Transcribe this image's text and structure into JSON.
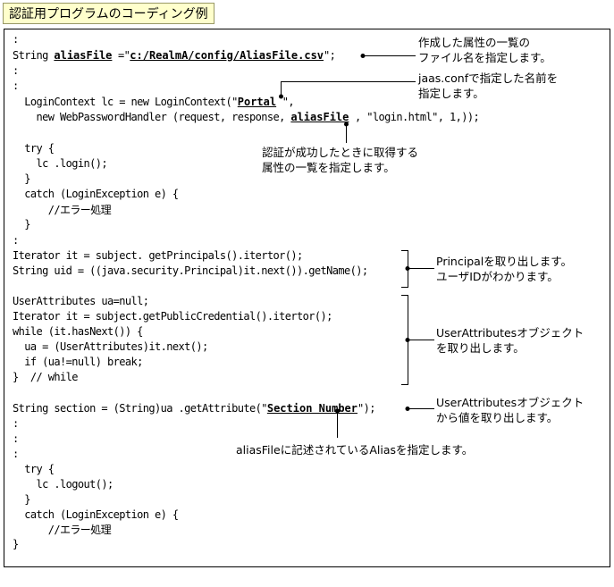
{
  "title": "認証用プログラムのコーディング例",
  "code": {
    "l01": ":",
    "l02a": "String ",
    "l02b": "aliasFile",
    "l02c": " =\"",
    "l02d": "c:/RealmA/config/AliasFile.csv",
    "l02e": "\";",
    "l03": ":",
    "l04": ":",
    "l05a": "  LoginContext lc = new LoginContext(\"",
    "l05b": "Portal",
    "l05c": " \",",
    "l06a": "    new WebPasswordHandler (request, response, ",
    "l06b": "aliasFile",
    "l06c": " , \"login.html\", 1,));",
    "l07": "  try {",
    "l08": "    lc .login();",
    "l09": "  }",
    "l10": "  catch (LoginException e) {",
    "l11": "      //エラー処理",
    "l12": "  }",
    "l13": ":",
    "l14": "Iterator it = subject. getPrincipals().itertor();",
    "l15": "String uid = ((java.security.Principal)it.next()).getName();",
    "l16": "UserAttributes ua=null;",
    "l17": "Iterator it = subject.getPublicCredential().itertor();",
    "l18": "while (it.hasNext()) {",
    "l19": "  ua = (UserAttributes)it.next();",
    "l20": "  if (ua!=null) break;",
    "l21": "}  // while",
    "l22a": "String section = (String)ua .getAttribute(\"",
    "l22b": "Section Number",
    "l22c": "\");",
    "l23": ":",
    "l24": ":",
    "l25": ":",
    "l26": "  try {",
    "l27": "    lc .logout();",
    "l28": "  }",
    "l29": "  catch (LoginException e) {",
    "l30": "      //エラー処理",
    "l31": "}"
  },
  "notes": {
    "n1a": "作成した属性の一覧の",
    "n1b": "ファイル名を指定します。",
    "n2a": "jaas.confで指定した名前を",
    "n2b": "指定します。",
    "n3a": "認証が成功したときに取得する",
    "n3b": "属性の一覧を指定します。",
    "n4a": "Principalを取り出します。",
    "n4b": "ユーザIDがわかります。",
    "n5a": "UserAttributesオブジェクト",
    "n5b": "を取り出します。",
    "n6a": "UserAttributesオブジェクト",
    "n6b": "から値を取り出します。",
    "n7": "aliasFileに記述されているAliasを指定します。"
  }
}
